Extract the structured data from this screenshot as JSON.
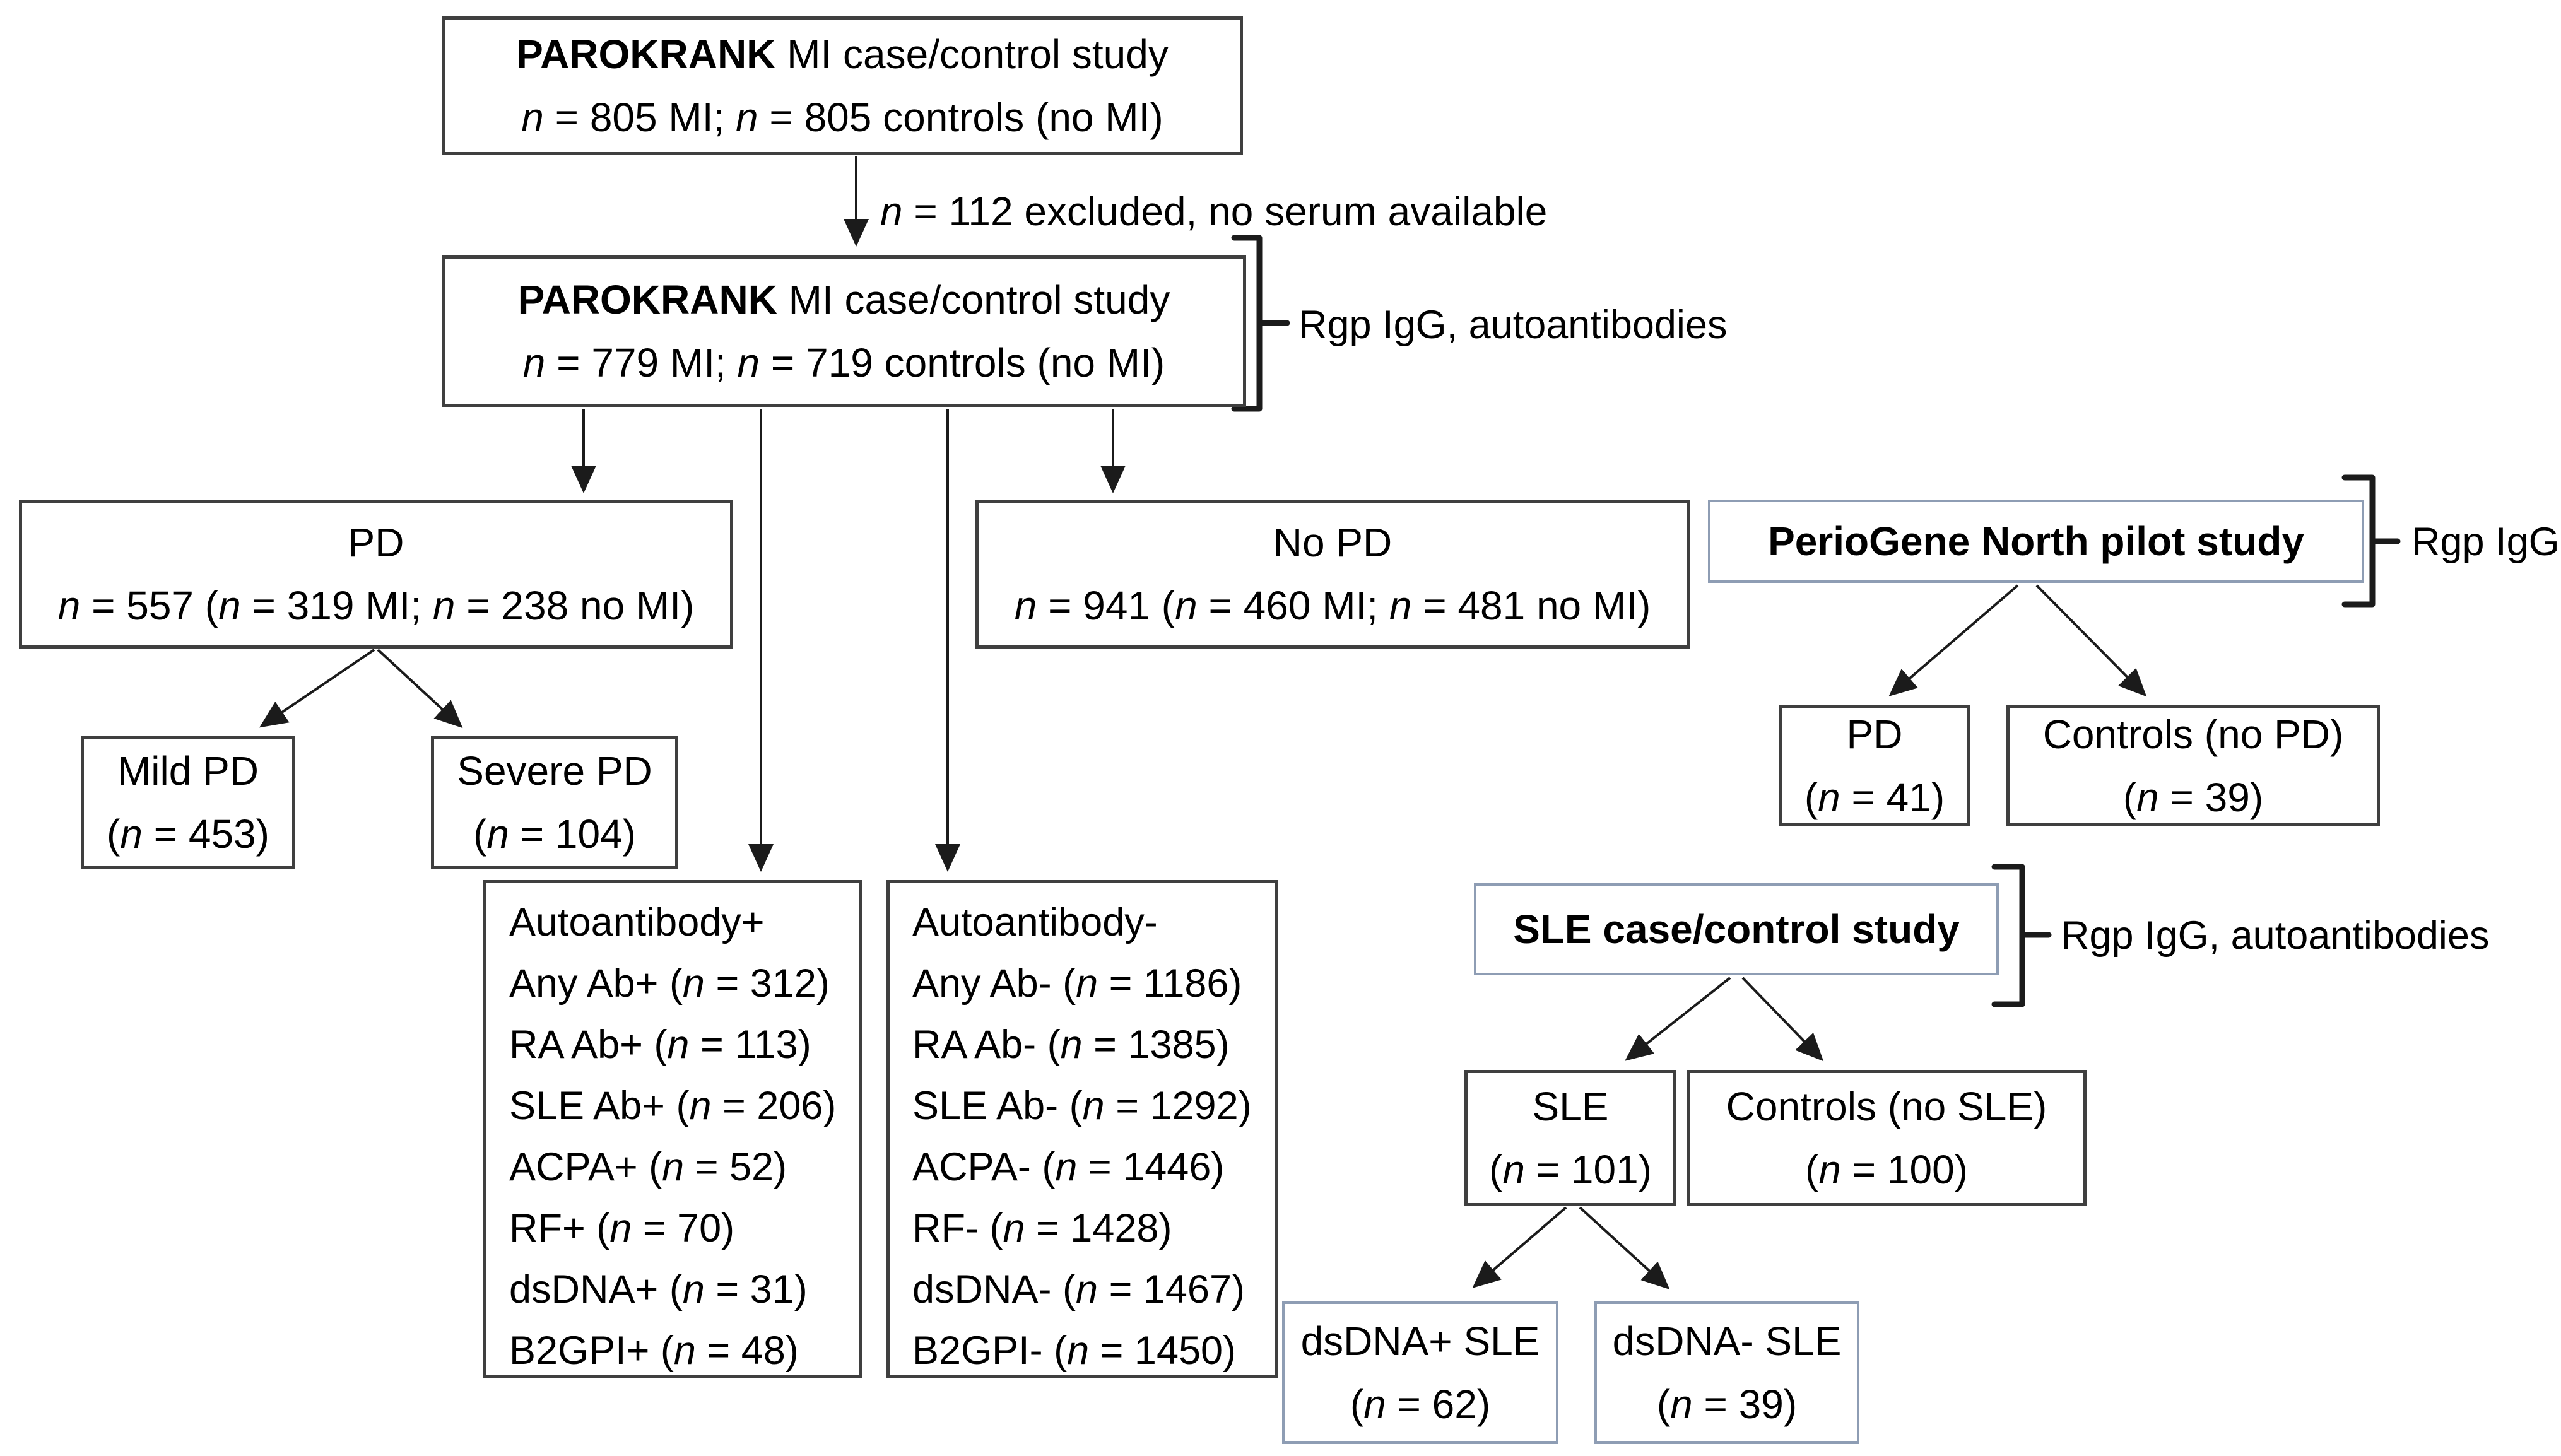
{
  "diagram": {
    "kind": "study flow diagram",
    "boxes": {
      "parokrank_full": {
        "title_bold": "PAROKRANK",
        "title_rest": " MI case/control study",
        "stats": "n = 805 MI; n = 805 controls (no MI)"
      },
      "excluded_note": "n = 112 excluded, no serum available",
      "parokrank_serum": {
        "title_bold": "PAROKRANK",
        "title_rest": " MI case/control study",
        "stats": "n = 779 MI; n = 719 controls (no MI)"
      },
      "pd": {
        "title": "PD",
        "stats": "n = 557 (n = 319 MI; n = 238 no MI)"
      },
      "no_pd": {
        "title": "No PD",
        "stats": "n = 941 (n = 460 MI; n = 481 no MI)"
      },
      "mild_pd": {
        "title": "Mild PD",
        "stats": "(n = 453)"
      },
      "severe_pd": {
        "title": "Severe PD",
        "stats": "(n = 104)"
      },
      "autoantibody_pos": {
        "title": "Autoantibody+",
        "lines": [
          "Any Ab+ (n = 312)",
          "RA Ab+ (n = 113)",
          "SLE Ab+ (n = 206)",
          "ACPA+ (n = 52)",
          "RF+ (n = 70)",
          "dsDNA+ (n = 31)",
          "B2GPI+ (n = 48)"
        ]
      },
      "autoantibody_neg": {
        "title": "Autoantibody-",
        "lines": [
          "Any Ab- (n = 1186)",
          "RA Ab- (n = 1385)",
          "SLE Ab- (n = 1292)",
          "ACPA- (n = 1446)",
          "RF- (n = 1428)",
          "dsDNA- (n = 1467)",
          "B2GPI- (n = 1450)"
        ]
      },
      "periogene": {
        "title": "PerioGene North pilot study"
      },
      "periogene_pd": {
        "title": "PD",
        "stats": "(n = 41)"
      },
      "periogene_controls": {
        "title": "Controls (no PD)",
        "stats": "(n = 39)"
      },
      "sle_study": {
        "title": "SLE case/control study"
      },
      "sle": {
        "title": "SLE",
        "stats": "(n = 101)"
      },
      "sle_controls": {
        "title": "Controls (no SLE)",
        "stats": "(n = 100)"
      },
      "dsdna_pos": {
        "title": "dsDNA+ SLE",
        "stats": "(n = 62)"
      },
      "dsdna_neg": {
        "title": "dsDNA- SLE",
        "stats": "(n = 39)"
      }
    },
    "brace_labels": {
      "parokrank": "Rgp IgG, autoantibodies",
      "periogene": "Rgp IgG",
      "sle": "Rgp IgG, autoantibodies"
    },
    "colors": {
      "background": "#ffffff",
      "text": "#000000",
      "box_border_dark": "#3f3f3f",
      "box_border_blue": "#8e9db4",
      "connector": "#1b1b1b"
    }
  }
}
